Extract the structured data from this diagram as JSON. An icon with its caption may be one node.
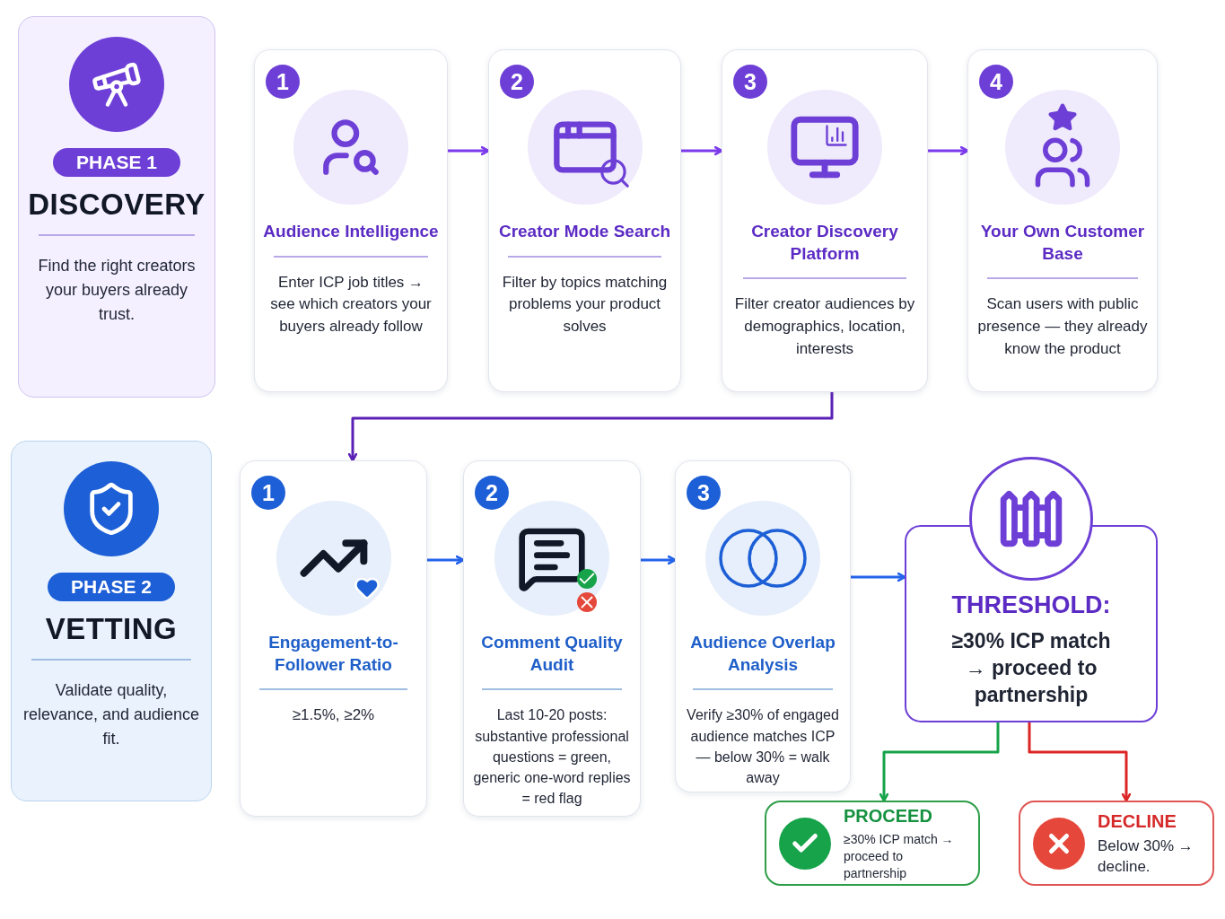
{
  "diagram": {
    "nodes": [
      {
        "text": [
          "PHASE 1",
          "DISCOVERY",
          "Find the right creators your buyers already trust."
        ]
      },
      {
        "text": [
          "1",
          "Audience Intelligence",
          "Enter ICP job titles → see which creators your buyers already follow"
        ]
      },
      {
        "text": [
          "2",
          "Creator Mode Search",
          "Filter by topics matching problems your product solves"
        ]
      },
      {
        "text": [
          "3",
          "Creator Discovery Platform",
          "Filter creator audiences by demographics, location, interests"
        ]
      },
      {
        "text": [
          "4",
          "Your Own Customer Base",
          "Scan users with public presence — they already know the product"
        ]
      },
      {
        "text": [
          "PHASE 2",
          "VETTING",
          "Validate quality, relevance, and audience fit."
        ]
      },
      {
        "text": [
          "1",
          "Engagement-to-Follower Ratio",
          "≥1.5%, ≥2%"
        ]
      },
      {
        "text": [
          "2",
          "Comment Quality Audit",
          "Last 10-20 posts: substantive professional questions = green, generic one-word replies = red flag"
        ]
      },
      {
        "text": [
          "3",
          "Audience Overlap Analysis",
          "Verify ≥30% of engaged audience matches ICP — below 30% = walk away"
        ]
      },
      {
        "text": [
          "THRESHOLD:",
          "≥30% ICP match → proceed to partnership"
        ]
      },
      {
        "text": [
          "PROCEED",
          "≥30% ICP match → proceed to partnership"
        ]
      },
      {
        "text": [
          "DECLINE",
          "Below 30% → decline."
        ]
      }
    ],
    "edges": [
      {
        "from": 1,
        "to": 2,
        "arrow": "to",
        "color": "#7c3aed"
      },
      {
        "from": 2,
        "to": 3,
        "arrow": "to",
        "color": "#7c3aed"
      },
      {
        "from": 3,
        "to": 4,
        "arrow": "to",
        "color": "#7c3aed"
      },
      {
        "from": 3,
        "to": 6,
        "arrow": "to",
        "color": "#5b21b6"
      },
      {
        "from": 6,
        "to": 7,
        "arrow": "to",
        "color": "#2563eb"
      },
      {
        "from": 7,
        "to": 8,
        "arrow": "to",
        "color": "#2563eb"
      },
      {
        "from": 8,
        "to": 9,
        "arrow": "to",
        "color": "#2563eb"
      },
      {
        "from": 9,
        "to": 10,
        "arrow": "to",
        "color": "#16a34a"
      },
      {
        "from": 9,
        "to": 11,
        "arrow": "to",
        "color": "#dc2626"
      }
    ]
  }
}
